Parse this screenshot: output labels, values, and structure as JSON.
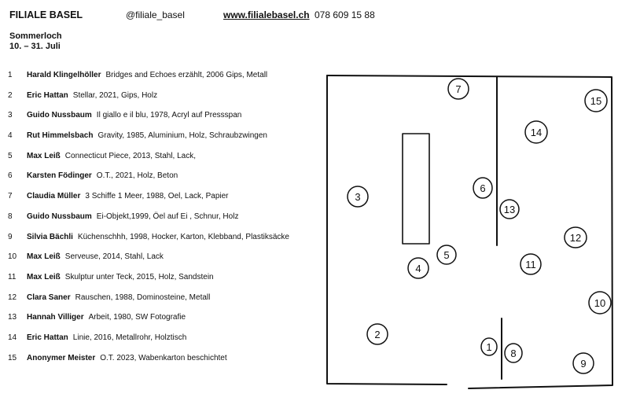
{
  "header": {
    "title": "FILIALE BASEL",
    "handle": "@filiale_basel",
    "website": "www.filialebasel.ch",
    "phone": "078 609 15 88"
  },
  "show": {
    "title": "Sommerloch",
    "dates": "10. – 31. Juli"
  },
  "works": [
    {
      "num": "1",
      "artist": "Harald Klingelhöller",
      "work": "Bridges and Echoes erzählt, 2006  Gips, Metall"
    },
    {
      "num": "2",
      "artist": "Eric Hattan",
      "work": "Stellar, 2021, Gips, Holz"
    },
    {
      "num": "3",
      "artist": "Guido Nussbaum",
      "work": "Il giallo e il blu, 1978, Acryl auf Pressspan"
    },
    {
      "num": "4",
      "artist": "Rut Himmelsbach",
      "work": "Gravity, 1985, Aluminium, Holz, Schraubzwingen"
    },
    {
      "num": "5",
      "artist": "Max Leiß",
      "work": "Connecticut Piece, 2013, Stahl, Lack,"
    },
    {
      "num": "6",
      "artist": "Karsten Födinger",
      "work": "O.T., 2021, Holz, Beton"
    },
    {
      "num": "7",
      "artist": "Claudia Müller",
      "work": "3 Schiffe 1 Meer, 1988, Oel, Lack,  Papier"
    },
    {
      "num": "8",
      "artist": "Guido Nussbaum",
      "work": "Ei-Objekt,1999, Öel auf Ei , Schnur, Holz"
    },
    {
      "num": "9",
      "artist": "Silvia Bächli",
      "work": "Küchenschhh, 1998, Hocker, Karton, Klebband, Plastiksäcke"
    },
    {
      "num": "10",
      "artist": "Max Leiß",
      "work": "Serveuse, 2014, Stahl, Lack"
    },
    {
      "num": "11",
      "artist": "Max Leiß",
      "work": "Skulptur unter Teck, 2015, Holz, Sandstein"
    },
    {
      "num": "12",
      "artist": "Clara Saner",
      "work": "Rauschen, 1988, Dominosteine, Metall"
    },
    {
      "num": "13",
      "artist": "Hannah Villiger",
      "work": "Arbeit, 1980,  SW Fotografie"
    },
    {
      "num": "14",
      "artist": "Eric Hattan",
      "work": "Linie,  2016,  Metallrohr, Holztisch"
    },
    {
      "num": "15",
      "artist": "Anonymer Meister",
      "work": "O.T. 2023,  Wabenkarton beschichtet"
    }
  ],
  "plan_markers": [
    "1",
    "2",
    "3",
    "4",
    "5",
    "6",
    "7",
    "8",
    "9",
    "10",
    "11",
    "12",
    "13",
    "14",
    "15"
  ]
}
